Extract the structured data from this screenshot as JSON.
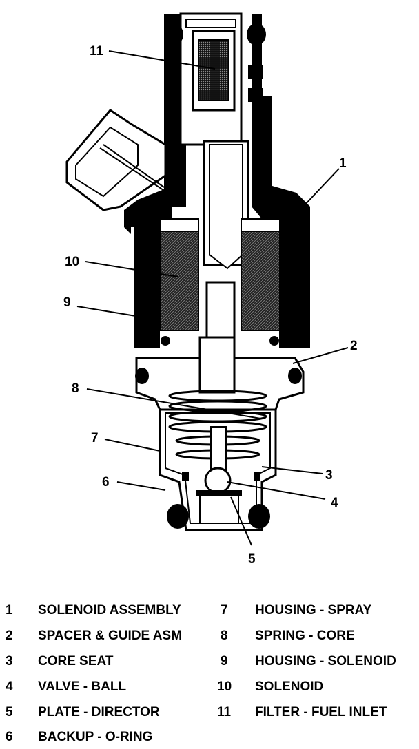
{
  "callouts": [
    "1",
    "2",
    "3",
    "4",
    "5",
    "6",
    "7",
    "8",
    "9",
    "10",
    "11"
  ],
  "legend": [
    {
      "num": "1",
      "label": "SOLENOID ASSEMBLY"
    },
    {
      "num": "2",
      "label": "SPACER & GUIDE ASM"
    },
    {
      "num": "3",
      "label": "CORE SEAT"
    },
    {
      "num": "4",
      "label": "VALVE - BALL"
    },
    {
      "num": "5",
      "label": "PLATE - DIRECTOR"
    },
    {
      "num": "6",
      "label": "BACKUP - O-RING"
    },
    {
      "num": "7",
      "label": "HOUSING - SPRAY"
    },
    {
      "num": "8",
      "label": "SPRING - CORE"
    },
    {
      "num": "9",
      "label": "HOUSING - SOLENOID"
    },
    {
      "num": "10",
      "label": "SOLENOID"
    },
    {
      "num": "11",
      "label": "FILTER - FUEL INLET"
    }
  ]
}
